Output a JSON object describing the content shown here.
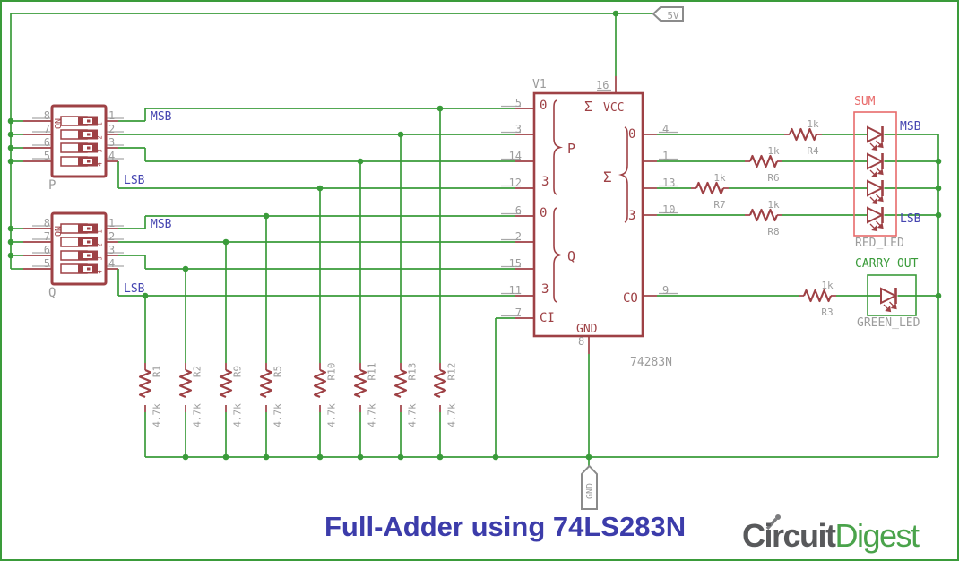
{
  "colors": {
    "wire_green": "#3a9b3a",
    "component_red": "#9e4145",
    "label_gray": "#9c9c9c",
    "net_blue": "#4444b0",
    "sum_red": "#e86a6a",
    "title_blue": "#3c3caa",
    "logo_gray": "#58595b",
    "logo_green": "#4aa34b"
  },
  "power": {
    "vcc": "5V",
    "gnd": "GND"
  },
  "switches": {
    "p": {
      "name": "P",
      "on_label": "ON",
      "left_pins": [
        "8",
        "7",
        "6",
        "5"
      ],
      "right_pins": [
        "1",
        "2",
        "3",
        "4"
      ],
      "slider_digits": [
        "1",
        "2",
        "3",
        "4"
      ],
      "msb_label": "MSB",
      "lsb_label": "LSB"
    },
    "q": {
      "name": "Q",
      "on_label": "ON",
      "left_pins": [
        "8",
        "7",
        "6",
        "5"
      ],
      "right_pins": [
        "1",
        "2",
        "3",
        "4"
      ],
      "slider_digits": [
        "1",
        "2",
        "3",
        "4"
      ],
      "msb_label": "MSB",
      "lsb_label": "LSB"
    }
  },
  "ic": {
    "designator": "V1",
    "part_number": "74283N",
    "vcc_pin": "16",
    "gnd_pin": "8",
    "left_pins": [
      "5",
      "3",
      "14",
      "12",
      "6",
      "2",
      "15",
      "11",
      "7"
    ],
    "right_pins": [
      "4",
      "1",
      "13",
      "10",
      "9"
    ],
    "sigma_top": "Σ",
    "vcc_label": "VCC",
    "gnd_label": "GND",
    "ci_label": "CI",
    "co_label": "CO",
    "p_group": {
      "first": "0",
      "last": "3",
      "label": "P"
    },
    "q_group": {
      "first": "0",
      "last": "3",
      "label": "Q"
    },
    "sum_group": {
      "first": "0",
      "last": "3",
      "label": "Σ"
    }
  },
  "pulldowns": [
    {
      "name": "R1",
      "value": "4.7k"
    },
    {
      "name": "R2",
      "value": "4.7k"
    },
    {
      "name": "R9",
      "value": "4.7k"
    },
    {
      "name": "R5",
      "value": "4.7k"
    },
    {
      "name": "R10",
      "value": "4.7k"
    },
    {
      "name": "R11",
      "value": "4.7k"
    },
    {
      "name": "R13",
      "value": "4.7k"
    },
    {
      "name": "R12",
      "value": "4.7k"
    }
  ],
  "series": [
    {
      "name": "R4",
      "value": "1k"
    },
    {
      "name": "R6",
      "value": "1k"
    },
    {
      "name": "R7",
      "value": "1k"
    },
    {
      "name": "R8",
      "value": "1k"
    },
    {
      "name": "R3",
      "value": "1k"
    }
  ],
  "sum_block": {
    "label": "SUM",
    "msb": "MSB",
    "lsb": "LSB",
    "device": "RED_LED"
  },
  "carry_block": {
    "label": "CARRY OUT",
    "device": "GREEN_LED"
  },
  "title": "Full-Adder using 74LS283N",
  "logo": {
    "first": "Circuit",
    "second": "Digest"
  }
}
